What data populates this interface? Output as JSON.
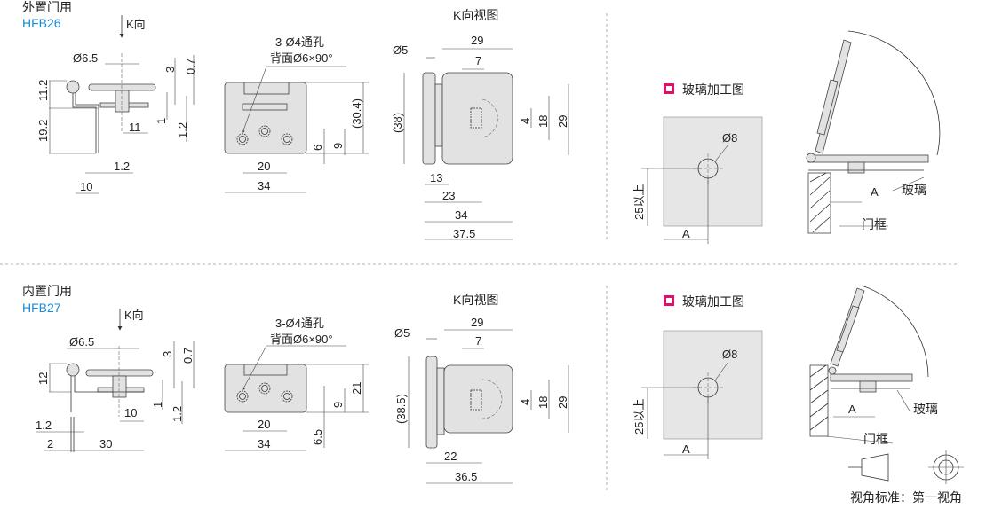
{
  "top": {
    "title": "外置门用",
    "model": "HFB26",
    "k_direction": "K向",
    "side_view": {
      "d_shaft": "Ø6.5",
      "d3": "3",
      "d07": "0.7",
      "h112": "11.2",
      "h192": "19.2",
      "w11": "11",
      "d1": "1",
      "d12a": "1.2",
      "d12b": "1.2",
      "w10": "10"
    },
    "front_view": {
      "hole_note_1": "3-Ø4通孔",
      "hole_note_2": "背面Ø6×90°",
      "h304": "(30.4)",
      "h6": "6",
      "h9": "9",
      "w20": "20",
      "w34": "34"
    },
    "k_view": {
      "title": "K向视图",
      "w29": "29",
      "d5": "Ø5",
      "w7": "7",
      "h38": "(38)",
      "h4": "4",
      "h18": "18",
      "h29": "29",
      "w13": "13",
      "w23": "23",
      "w34": "34",
      "w375": "37.5"
    },
    "glass": {
      "title": "玻璃加工图",
      "hole": "Ø8",
      "min": "25以上",
      "a": "A"
    },
    "assembly": {
      "a": "A",
      "glass": "玻璃",
      "frame": "门框"
    }
  },
  "bottom": {
    "title": "内置门用",
    "model": "HFB27",
    "k_direction": "K向",
    "side_view": {
      "d_shaft": "Ø6.5",
      "d3": "3",
      "d07": "0.7",
      "h12": "12",
      "w10": "10",
      "d1": "1",
      "d12a": "1.2",
      "d12b": "1.2",
      "w2": "2",
      "w30": "30"
    },
    "front_view": {
      "hole_note_1": "3-Ø4通孔",
      "hole_note_2": "背面Ø6×90°",
      "h21": "21",
      "h9": "9",
      "h65": "6.5",
      "w20": "20",
      "w34": "34"
    },
    "k_view": {
      "title": "K向视图",
      "w29": "29",
      "d5": "Ø5",
      "w7": "7",
      "h385": "(38.5)",
      "h4": "4",
      "h18": "18",
      "h29": "29",
      "w22": "22",
      "w365": "36.5"
    },
    "glass": {
      "title": "玻璃加工图",
      "hole": "Ø8",
      "min": "25以上",
      "a": "A"
    },
    "assembly": {
      "a": "A",
      "glass": "玻璃",
      "frame": "门框"
    }
  },
  "projection_note": "视角标准：第一视角",
  "colors": {
    "model": "#1a8ad4",
    "glass_icon": "#e0106a"
  }
}
